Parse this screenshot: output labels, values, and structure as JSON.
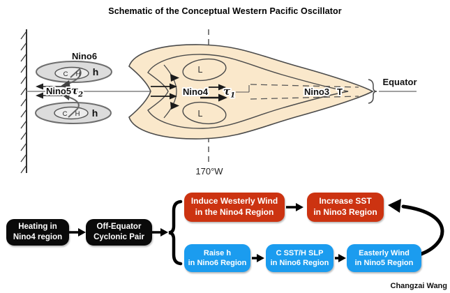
{
  "title": "Schematic of the Conceptual Western Pacific Oscillator",
  "credit": "Changzai Wang",
  "colors": {
    "warm_pool_fill": "#fae8cb",
    "cyclone_fill": "#dcdcdc",
    "cause_box": "#0a0a0a",
    "warm_branch_box": "#cc3311",
    "cold_branch_box": "#1b9cef",
    "equator_line": "#808080"
  },
  "schematic": {
    "nino6_label": "Nino6",
    "nino5_label": "Nino5",
    "nino4_label": "Nino4",
    "nino3_label": "Nino3",
    "temperature_label": "T",
    "equator_label": "Equator",
    "longitude_label": "170°W",
    "tau_symbol": "τ",
    "tau1_sub": "1",
    "tau2_sub": "2",
    "north_cyclone": {
      "cold_sst": "C",
      "high_slp": "H",
      "thermocline": "h"
    },
    "south_cyclone": {
      "cold_sst": "C",
      "high_slp": "H",
      "thermocline": "h"
    },
    "north_low": "L",
    "south_low": "L"
  },
  "flowchart": {
    "heating": {
      "line1": "Heating in",
      "line2": "Nino4 region"
    },
    "cyclonic": {
      "line1": "Off-Equator",
      "line2": "Cyclonic Pair"
    },
    "westerly": {
      "line1": "Induce Westerly Wind",
      "line2": "in the Nino4 Region"
    },
    "sst": {
      "line1": "Increase SST",
      "line2": "in Nino3 Region"
    },
    "raise_h": {
      "line1": "Raise h",
      "line2": "in Nino6 Region"
    },
    "csst": {
      "line1": "C SST/H SLP",
      "line2": "in Nino6 Region"
    },
    "easterly": {
      "line1": "Easterly Wind",
      "line2": "in Nino5 Region"
    }
  }
}
